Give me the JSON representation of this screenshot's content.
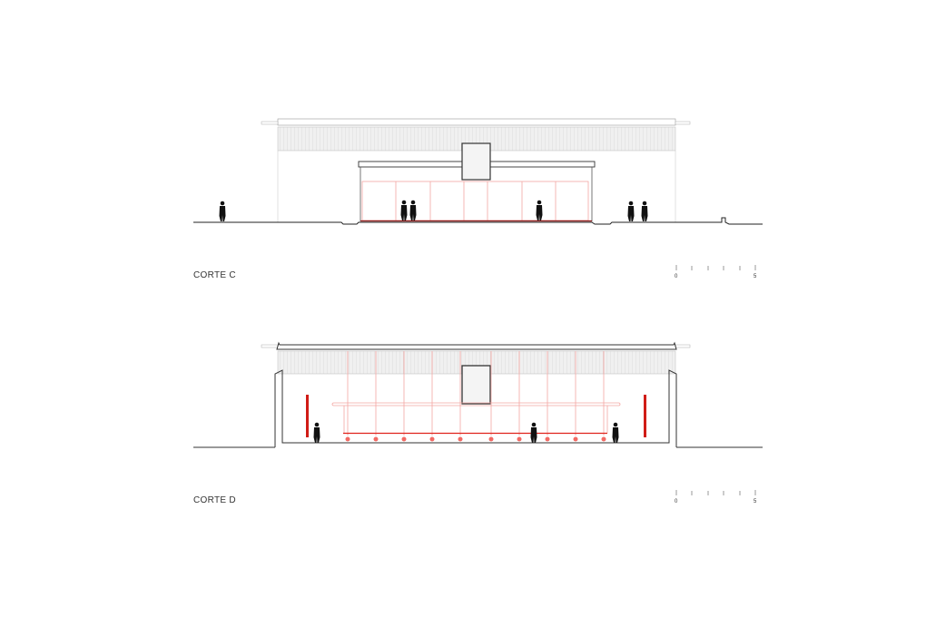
{
  "sections": [
    {
      "title": "CORTE C",
      "scale": {
        "start": "0",
        "end": "5"
      }
    },
    {
      "title": "CORTE D",
      "scale": {
        "start": "0",
        "end": "5"
      }
    }
  ],
  "colors": {
    "line": "#333333",
    "accent": "#e0231c",
    "accent_light": "#f4a6a2",
    "louver": "#eeeeee"
  }
}
